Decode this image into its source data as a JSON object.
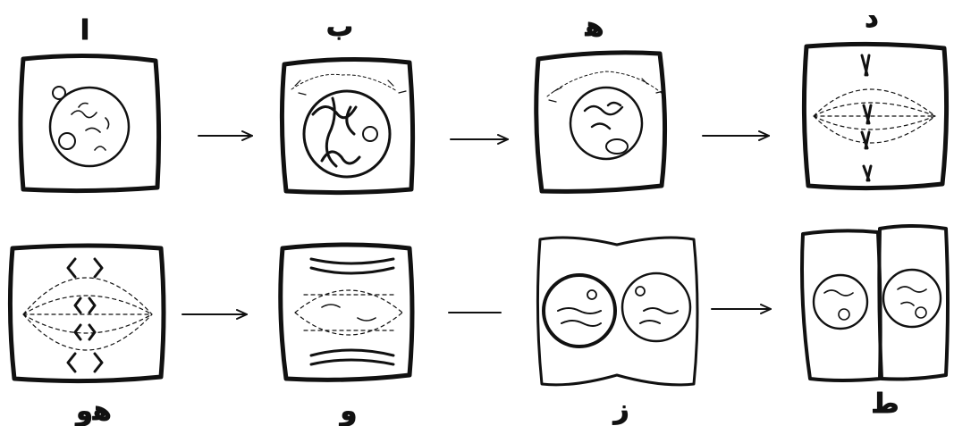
{
  "labels": {
    "a": "ا",
    "b": "ب",
    "c": "ﻫ",
    "d": "د",
    "e": "ﻫو",
    "f": "و",
    "g": "ز",
    "h": "ط"
  }
}
